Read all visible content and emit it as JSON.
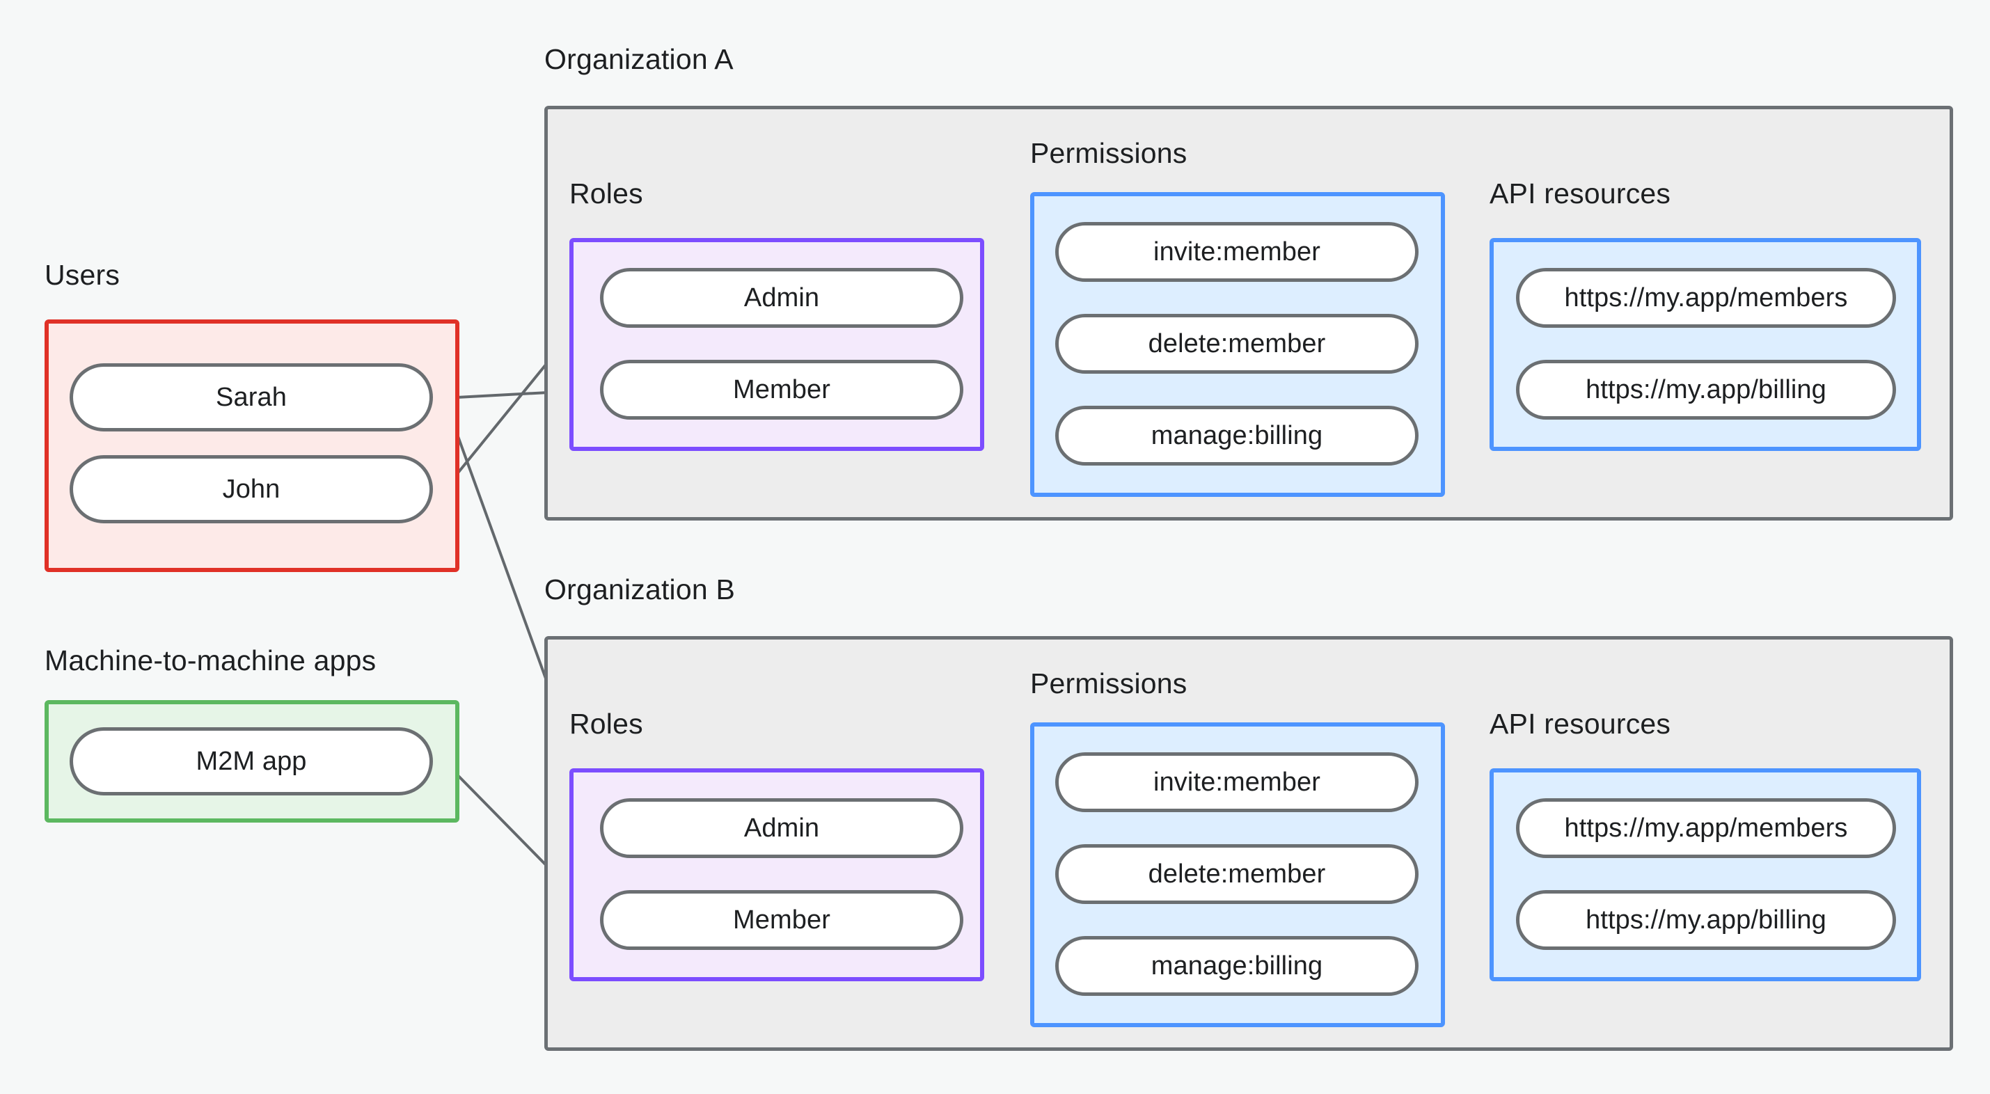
{
  "diagram": {
    "title_users": "Users",
    "title_m2m": "Machine-to-machine apps",
    "title_org_a": "Organization A",
    "title_org_b": "Organization B",
    "label_roles": "Roles",
    "label_permissions": "Permissions",
    "label_api_resources": "API resources"
  },
  "colors": {
    "background": "#f6f8f8",
    "org_border": "#6b7074",
    "org_fill": "#ededed",
    "users_border": "#e03127",
    "users_fill": "#fdeae8",
    "m2m_border": "#5cb860",
    "m2m_fill": "#e6f5e7",
    "roles_border": "#7c4dff",
    "roles_fill": "#f4eafc",
    "permissions_border": "#4d94ff",
    "permissions_fill": "#ddeeff",
    "api_border": "#4d94ff",
    "api_fill": "#ddeeff",
    "pill_border": "#6b6f72",
    "pill_fill": "#ffffff",
    "edge": "#63686c",
    "text": "#1d1f21"
  },
  "users": {
    "items": [
      {
        "label": "Sarah"
      },
      {
        "label": "John"
      }
    ]
  },
  "m2m": {
    "items": [
      {
        "label": "M2M app"
      }
    ]
  },
  "org_a": {
    "roles": [
      {
        "label": "Admin"
      },
      {
        "label": "Member"
      }
    ],
    "permissions": [
      {
        "label": "invite:member"
      },
      {
        "label": "delete:member"
      },
      {
        "label": "manage:billing"
      }
    ],
    "api_resources": [
      {
        "label": "https://my.app/members"
      },
      {
        "label": "https://my.app/billing"
      }
    ]
  },
  "org_b": {
    "roles": [
      {
        "label": "Admin"
      },
      {
        "label": "Member"
      }
    ],
    "permissions": [
      {
        "label": "invite:member"
      },
      {
        "label": "delete:member"
      },
      {
        "label": "manage:billing"
      }
    ],
    "api_resources": [
      {
        "label": "https://my.app/members"
      },
      {
        "label": "https://my.app/billing"
      }
    ]
  },
  "chart_data": {
    "type": "diagram",
    "title": "Organization roles, permissions and API resources mapping",
    "nodes": [
      {
        "id": "sarah",
        "label": "Sarah",
        "group": "Users"
      },
      {
        "id": "john",
        "label": "John",
        "group": "Users"
      },
      {
        "id": "m2m",
        "label": "M2M app",
        "group": "Machine-to-machine apps"
      },
      {
        "id": "a-admin",
        "label": "Admin",
        "group": "Organization A / Roles"
      },
      {
        "id": "a-member",
        "label": "Member",
        "group": "Organization A / Roles"
      },
      {
        "id": "a-invite",
        "label": "invite:member",
        "group": "Organization A / Permissions"
      },
      {
        "id": "a-delete",
        "label": "delete:member",
        "group": "Organization A / Permissions"
      },
      {
        "id": "a-billing",
        "label": "manage:billing",
        "group": "Organization A / Permissions"
      },
      {
        "id": "a-res-members",
        "label": "https://my.app/members",
        "group": "Organization A / API resources"
      },
      {
        "id": "a-res-billing",
        "label": "https://my.app/billing",
        "group": "Organization A / API resources"
      },
      {
        "id": "b-admin",
        "label": "Admin",
        "group": "Organization B / Roles"
      },
      {
        "id": "b-member",
        "label": "Member",
        "group": "Organization B / Roles"
      },
      {
        "id": "b-invite",
        "label": "invite:member",
        "group": "Organization B / Permissions"
      },
      {
        "id": "b-delete",
        "label": "delete:member",
        "group": "Organization B / Permissions"
      },
      {
        "id": "b-billing",
        "label": "manage:billing",
        "group": "Organization B / Permissions"
      },
      {
        "id": "b-res-members",
        "label": "https://my.app/members",
        "group": "Organization B / API resources"
      },
      {
        "id": "b-res-billing",
        "label": "https://my.app/billing",
        "group": "Organization B / API resources"
      }
    ],
    "edges": [
      {
        "from": "sarah",
        "to": "a-member"
      },
      {
        "from": "sarah",
        "to": "b-admin"
      },
      {
        "from": "john",
        "to": "a-admin"
      },
      {
        "from": "m2m",
        "to": "b-member"
      },
      {
        "from": "a-admin",
        "to": "a-invite"
      },
      {
        "from": "a-admin",
        "to": "a-delete"
      },
      {
        "from": "a-member",
        "to": "a-billing"
      },
      {
        "from": "a-invite",
        "to": "a-res-members"
      },
      {
        "from": "a-delete",
        "to": "a-res-members"
      },
      {
        "from": "a-billing",
        "to": "a-res-billing"
      },
      {
        "from": "b-admin",
        "to": "b-invite"
      },
      {
        "from": "b-admin",
        "to": "b-delete"
      },
      {
        "from": "b-member",
        "to": "b-billing"
      },
      {
        "from": "b-invite",
        "to": "b-res-members"
      },
      {
        "from": "b-delete",
        "to": "b-res-members"
      },
      {
        "from": "b-billing",
        "to": "b-res-billing"
      }
    ]
  }
}
